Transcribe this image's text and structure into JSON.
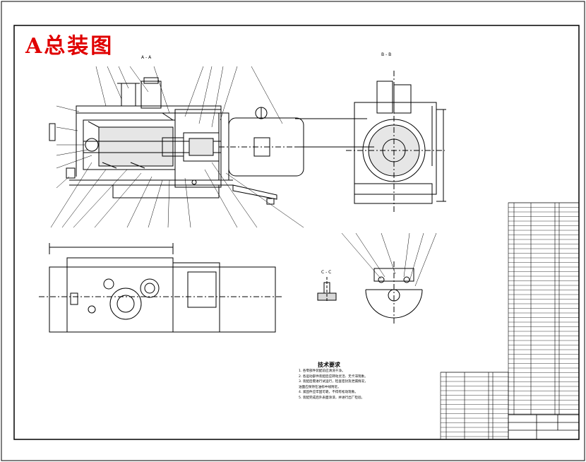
{
  "drawing": {
    "title": "A总装图",
    "section_aa": "A - A",
    "section_bb": "B - B",
    "section_cc": "C - C",
    "tech_requirements": {
      "title": "技术要求",
      "items": [
        "1. 各零部件装配前应清洗干净。",
        "2. 各运动部件装配后应转动灵活、无卡滞现象。",
        "3. 装配后需进行试运行，检查密封及泄漏情况，",
        "   油面应保持在油标中线附近。",
        "4. 紧固件应牢固可靠，不得有松动现象。",
        "5. 装配完成后外表面涂漆，并进行出厂检验。"
      ]
    }
  },
  "colors": {
    "title": "#e00000",
    "lines": "#000000"
  }
}
